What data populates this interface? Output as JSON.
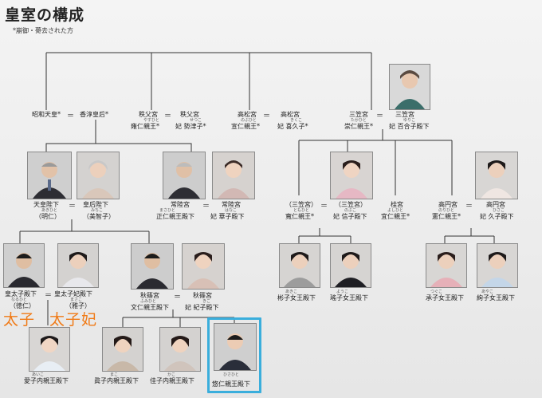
{
  "title": "皇室の構成",
  "note": "*崩御・薨去された方",
  "annotations": {
    "a": "太子",
    "b": "太子妃"
  },
  "eq": "＝",
  "names": {
    "showa": "昭和天皇*",
    "kojun": "香淳皇后*",
    "chichibu_title": "秩父宮",
    "chichibu_wife_title": "秩父宮",
    "chichibu": "雍仁親王*",
    "chichibu_wife": "妃 勢津子*",
    "takamatsu_title": "高松宮",
    "takamatsu_wife_title": "高松宮",
    "takamatsu": "宣仁親王*",
    "takamatsu_wife": "妃 喜久子*",
    "mikasa_title": "三笠宮",
    "mikasa_wife_title": "三笠宮",
    "mikasa": "崇仁親王*",
    "mikasa_wife": "妃 百合子殿下",
    "tenno_title": "天皇陛下",
    "tenno": "（明仁）",
    "kogo_title": "皇后陛下",
    "kogo": "（美智子）",
    "hitachi_title": "常陸宮",
    "hitachi_wife_title": "常陸宮",
    "hitachi": "正仁親王殿下",
    "hitachi_wife": "妃 華子殿下",
    "tomohito_title": "（三笠宮）",
    "tomohito": "寬仁親王*",
    "nobuko_title": "（三笠宮）",
    "nobuko": "妃 信子殿下",
    "katsura_title": "桂宮",
    "katsura": "宜仁親王*",
    "takamado_title": "高円宮",
    "takamado_wife_title": "高円宮",
    "takamado": "憲仁親王*",
    "takamado_wife": "妃 久子殿下",
    "kotaishi_title": "皇太子殿下",
    "kotaishi": "（徳仁）",
    "kotaishihi_title": "皇太子妃殿下",
    "kotaishihi": "（雅子）",
    "akishino_title": "秋篠宮",
    "akishino_wife_title": "秋篠宮",
    "akishino": "文仁親王殿下",
    "akishino_wife": "妃 紀子殿下",
    "akiko": "彬子女王殿下",
    "yoko": "瑤子女王殿下",
    "tsuguko": "承子女王殿下",
    "ayako": "絢子女王殿下",
    "aiko": "愛子内親王殿下",
    "mako": "眞子内親王殿下",
    "kako": "佳子内親王殿下",
    "hisahito": "悠仁親王殿下"
  },
  "ruby": {
    "chichibu": "やすひと",
    "chichibu_wife": "せつこ",
    "takamatsu": "のぶひと",
    "takamatsu_wife": "きくこ",
    "mikasa": "たかひと",
    "mikasa_wife": "ゆりこ",
    "tenno": "あきひと",
    "kogo": "みちこ",
    "hitachi": "まさひと",
    "hitachi_wife": "はなこ",
    "tomohito": "ともひと",
    "nobuko": "のぶこ",
    "katsura": "よしひと",
    "takamado": "のりひと",
    "takamado_wife": "ひさこ",
    "kotaishi": "なるひと",
    "kotaishihi": "まさこ",
    "akishino": "ふみひと",
    "akishino_wife": "きこ",
    "akiko": "あきこ",
    "yoko": "ようこ",
    "tsuguko": "つぐこ",
    "ayako": "あやこ",
    "aiko": "あいこ",
    "mako": "まこ",
    "kako": "かこ",
    "hisahito": "ひさひと"
  },
  "colors": {
    "highlight": "#3aaedc",
    "annotation": "#f07a16",
    "line": "#333333"
  }
}
